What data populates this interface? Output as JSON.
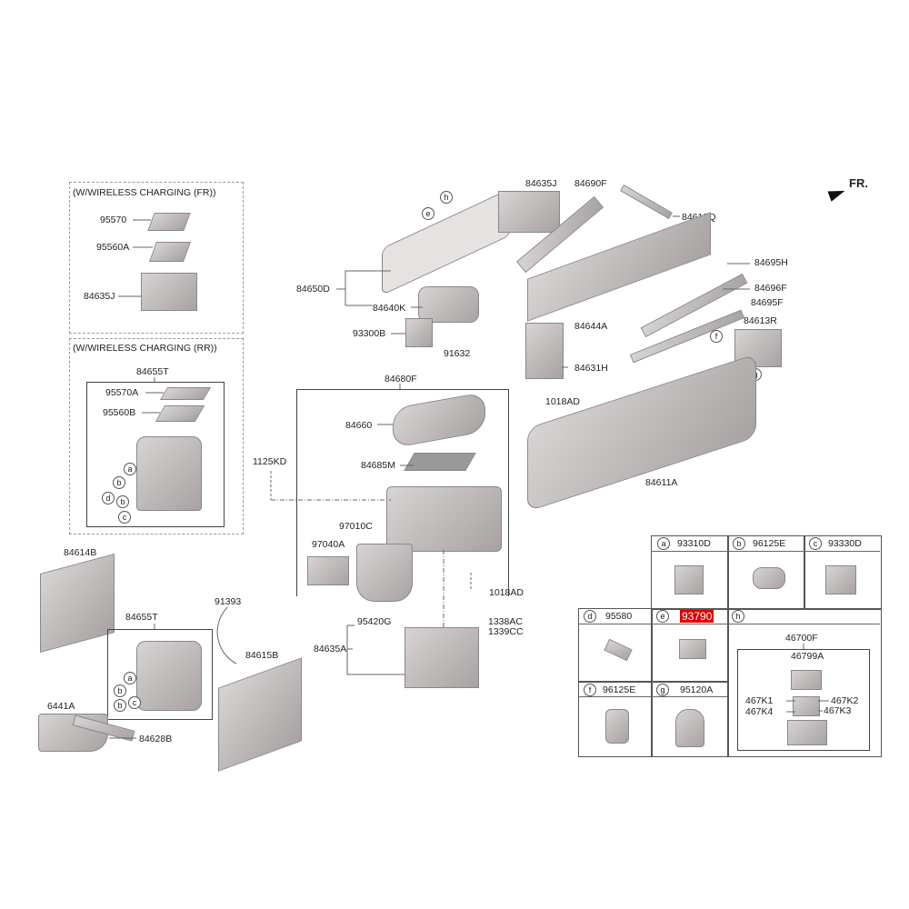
{
  "direction": "FR.",
  "boxes": {
    "fr_title": "(W/WIRELESS CHARGING (FR))",
    "rr_title": "(W/WIRELESS CHARGING (RR))"
  },
  "labels": {
    "p95570": "95570",
    "p95560A": "95560A",
    "p84635J_fr": "84635J",
    "p84655T_rr": "84655T",
    "p95570A": "95570A",
    "p95560B": "95560B",
    "p84635J": "84635J",
    "p84690F": "84690F",
    "p84613Q": "84613Q",
    "p84650D": "84650D",
    "p84640K": "84640K",
    "p93300B": "93300B",
    "p91632": "91632",
    "p84695H": "84695H",
    "p84696F": "84696F",
    "p84695F": "84695F",
    "p84644A": "84644A",
    "p84613R": "84613R",
    "p84631H": "84631H",
    "p1018AD_a": "1018AD",
    "p84680F": "84680F",
    "p84660": "84660",
    "p84685M": "84685M",
    "p1125KD": "1125KD",
    "p84611A": "84611A",
    "p97010C": "97010C",
    "p97040A": "97040A",
    "p1018AD_b": "1018AD",
    "p84614B": "84614B",
    "p91393": "91393",
    "p84655T": "84655T",
    "p84615B": "84615B",
    "p95420G": "95420G",
    "p1338AC": "1338AC",
    "p1339CC": "1339CC",
    "p84635A": "84635A",
    "p6441A": "6441A",
    "p84628B": "84628B"
  },
  "callouts": {
    "a": "a",
    "b": "b",
    "c": "c",
    "d": "d",
    "e": "e",
    "f": "f",
    "g": "g",
    "h": "h"
  },
  "table": {
    "a": "93310D",
    "b": "96125E",
    "c": "93330D",
    "d": "95580",
    "e": "93790",
    "f": "96125E",
    "g": "95120A",
    "h_main": "46700F",
    "h_sub": "46799A",
    "k1": "467K1",
    "k2": "467K2",
    "k3": "467K3",
    "k4": "467K4"
  },
  "highlight_color": "#e00000"
}
